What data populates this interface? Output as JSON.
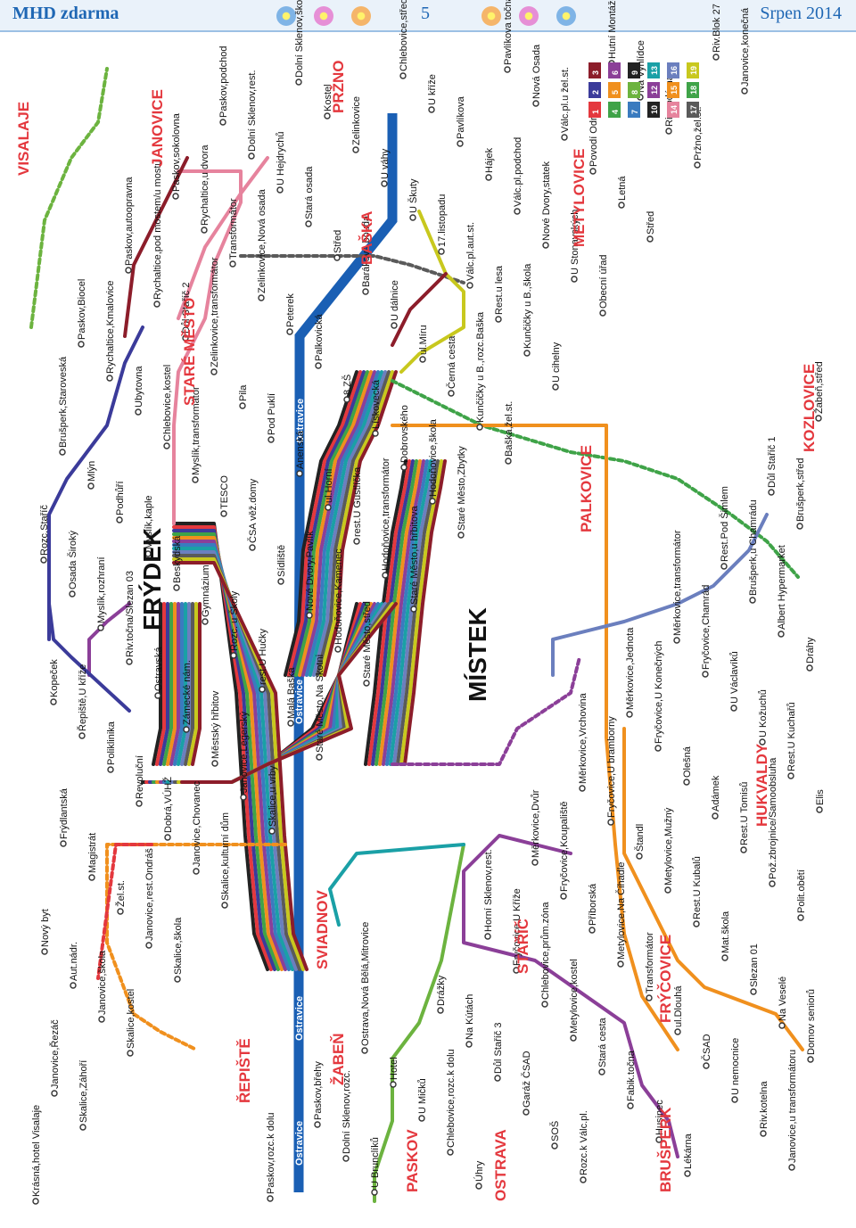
{
  "header": {
    "left": "MHD zdarma",
    "page": "5",
    "right": "Srpen 2014"
  },
  "map": {
    "districts": [
      "FRÝDEK",
      "MÍSTEK"
    ],
    "areas": [
      "VISALAJE",
      "JANOVICE",
      "PRŽNO",
      "BAŠKA",
      "STARÉ MĚSTO",
      "METYLOVICE",
      "PALKOVICE",
      "KOZLOVICE",
      "HUKVALDY",
      "FRÝČOVICE",
      "BRUŠPERK",
      "STAŘÍČ",
      "SVIADNOV",
      "ŽABEŇ",
      "PASKOV",
      "OSTRAVA",
      "ŘEPIŠTĚ"
    ],
    "river_labels": [
      "Ostravice",
      "Ostravice",
      "Ostravice",
      "Ostravice"
    ],
    "stops": [
      "Krásná,hotel Visalaje",
      "Skalice,Záhoří",
      "Skalice,kostel",
      "Skalice,škola",
      "Skalice,kulturní dům",
      "Skalice,u vrby",
      "Staré Město,Na Skotni",
      "Staré Město,střed",
      "Staré Město,u hřbitova",
      "Staré Město,Zbytky",
      "Baška,žel.st.",
      "U cihelny",
      "Obecní úřad",
      "Střed",
      "Pržno,žel.st.",
      "Janovice,konečná",
      "Janovice,u transformátoru",
      "Janovice,Řezáč",
      "Janovice,škola",
      "Janovice,rest.Ondráš",
      "Janovice,Chovanec",
      "Janovice,Legerský",
      "Malá Baška",
      "Hodoňovice,Kamenec",
      "Hodoňovice,transformátor",
      "Hodoňovice,škola",
      "Kunčičky u B.,rozc.Baška",
      "Kunčičky u B.,škola",
      "U Stonavských",
      "Letná",
      "Riv.vodárna",
      "Riv.Blok 27",
      "Riv.kotelna",
      "Domov seniorů",
      "Aut.nádr.",
      "Žel.st.",
      "Dobrá,VÚHŽ",
      "Městský hřbitov",
      "rest.U Hučky",
      "Nové Dvory,Pavlík",
      "rest.U Gustlíčka",
      "Dobrovského",
      "Černá cesta",
      "Rest.u lesa",
      "Nové Dvory,statek",
      "Povodí Odry",
      "Na Vyhlídce",
      "Lékárna",
      "U nemocnice",
      "Na Veselé",
      "Nový byt",
      "Magistrát",
      "Revoluční",
      "Zámecké nám.",
      "Rozc. u Školy",
      "Sídliště",
      "ul.Horní",
      "Lískovecká",
      "ul.Míru",
      "Válc.pl.aut.st.",
      "Válc.pl.podchod",
      "Válc.pl.u žel.st.",
      "Hutní Montáže",
      "Husinec",
      "ČSAD",
      "Slezan 01",
      "Polit.obětí",
      "Frýdlantská",
      "Poliklinika",
      "Ostravská",
      "Gymnázium",
      "ČSA věž.domy",
      "Anenská",
      "8.ZŠ",
      "U dálnice",
      "17.listopadu",
      "Hájek",
      "Nová Osada",
      "Rozc.k Válc.pl.",
      "Fabik.točna",
      "ul.Dlouhá",
      "Mat.škola",
      "Pož.zbrojnice/Samoobsluha",
      "Elis",
      "Řepiště,U kříže",
      "Riv.točna/Slezan 03",
      "Beskydská",
      "TESCO",
      "Pod Puklí",
      "Palkovická",
      "Barákova bouda",
      "U Škuty",
      "Pavlíkova",
      "Pavlíkova točna",
      "SOŠ",
      "Stará cesta",
      "Transformátor",
      "Rest.U Kubalů",
      "Rest.U Tomisů",
      "Rest.U Kuchařů",
      "Kopeček",
      "Myslík,rozhraní",
      "Myslík,kaple",
      "Myslík,transformátor",
      "Pila",
      "Peterek",
      "Střed",
      "U váhy",
      "U kříže",
      "Úhry",
      "Garáž ČSAD",
      "Metylovice,kostel",
      "Metylovice,Na Čihadle",
      "Metylovice,Mužný",
      "Adámek",
      "U Kožuchů",
      "Dráhy",
      "Osada Široký",
      "Podhůří",
      "Chlebovice,kostel",
      "Zelinkovice,transformátor",
      "Zelinkovice,Nová osada",
      "Stará osada",
      "Zelinkovice",
      "Chlebovice,střed",
      "Chlebovice,rozc.k dolu",
      "Důl Staříč 3",
      "Chlebovice,prům.zóna",
      "Příborská",
      "Štandl",
      "Olešná",
      "U Václavíků",
      "Albert Hypermarket",
      "Rozc.Staříč",
      "Mlýn",
      "Ubytovna",
      "Důl Staříč 2",
      "Transformátor",
      "U Hejdrychů",
      "Kostel",
      "U Brunclíků",
      "U Mičků",
      "Na Kútách",
      "Fryčovice,U Kříže",
      "Fryčovice,Koupaliště",
      "Fryčovice,U bramborny",
      "Fryčovice,U Konečných",
      "Fryčovice,Chamrád",
      "Brušperk,u Chamrádu",
      "Brušperk,střed",
      "Brušperk,Staroveská",
      "Rychaltice,Kmalovice",
      "Rychaltice,pod mostem/u mostu",
      "Rychaltice,u dvora",
      "Dolní Sklenov,rest.",
      "Dolní Sklenov,škola",
      "Dolní Sklenov,rozc.",
      "Hotel",
      "Drážky",
      "Horní Sklenov,rest.",
      "Měrkovice,Dvůr",
      "Měrkovice,Vrchovina",
      "Měrkovice,Jednota",
      "Měrkovice,transformátor",
      "Rest.Pod Šimlem",
      "Důl Staříč 1",
      "Žabeň,střed",
      "Paskov,Biocel",
      "Paskov,autoopravna",
      "Paskov,sokolovna",
      "Paskov,podchod",
      "Paskov,rozc.k dolu",
      "Paskov,břehy",
      "Ostrava,Nová Bělá,Mitrovice"
    ],
    "route_numbers": [
      "1",
      "2",
      "3",
      "4",
      "5",
      "6",
      "7",
      "8",
      "9",
      "10",
      "12",
      "13",
      "14",
      "15",
      "16",
      "17",
      "18",
      "19"
    ],
    "colors": {
      "river": "#1a5fb4",
      "line1": "#e4383e",
      "line2": "#3b3b9a",
      "line3": "#8c1d2a",
      "line4": "#3fa348",
      "line5": "#f0901e",
      "line6": "#8b3f98",
      "line7": "#3a7bbf",
      "line8": "#6cb33f",
      "line9": "#222222",
      "line12": "#8b3f98",
      "line13": "#1aa0a6",
      "line14": "#e6839d",
      "line15": "#f0901e",
      "line16": "#6b7fbe",
      "line17": "#5a5a5a",
      "line19": "#c8c81e"
    }
  }
}
